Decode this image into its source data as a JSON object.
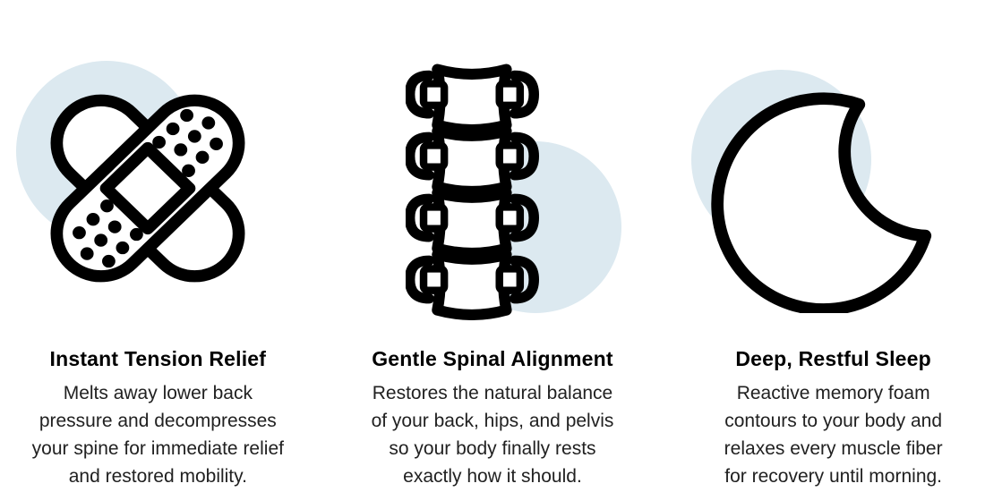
{
  "section": {
    "name": "product-benefits"
  },
  "features": [
    {
      "icon": "bandage-icon",
      "title": "Instant Tension Relief",
      "description": "Melts away lower back\npressure and decompresses\nyour spine for immediate relief\nand restored mobility."
    },
    {
      "icon": "spine-icon",
      "title": "Gentle Spinal Alignment",
      "description": "Restores the natural balance\nof your back, hips, and pelvis\nso your body finally rests\nexactly how it should."
    },
    {
      "icon": "moon-icon",
      "title": "Deep, Restful Sleep",
      "description": "Reactive memory foam\ncontours to your body and\nrelaxes every muscle fiber\nfor recovery until morning."
    }
  ],
  "colors": {
    "accent_circle": "#dce9f0",
    "icon_stroke": "#000000",
    "heading": "#000000",
    "body_text": "#212121"
  }
}
